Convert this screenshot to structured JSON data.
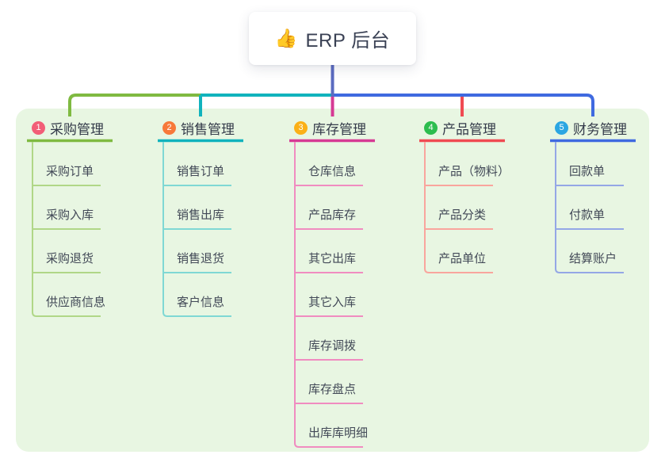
{
  "root": {
    "icon": "👍",
    "title": "ERP 后台"
  },
  "colors": {
    "canvas": "#ffffff",
    "panel": "#e8f6e2",
    "root_connector": "#5b6bc0",
    "header_text": "#343b4a",
    "child_text": "#424957"
  },
  "branches": [
    {
      "badge": "1",
      "label": "采购管理",
      "badge_color": "#f25e77",
      "line_color": "#7fba41",
      "child_line_color": "#b0d787",
      "children": [
        "采购订单",
        "采购入库",
        "采购退货",
        "供应商信息"
      ]
    },
    {
      "badge": "2",
      "label": "销售管理",
      "badge_color": "#f7793a",
      "line_color": "#11b3bd",
      "child_line_color": "#7fd8d4",
      "children": [
        "销售订单",
        "销售出库",
        "销售退货",
        "客户信息"
      ]
    },
    {
      "badge": "3",
      "label": "库存管理",
      "badge_color": "#fbb017",
      "line_color": "#d63a94",
      "child_line_color": "#f08cc0",
      "children": [
        "仓库信息",
        "产品库存",
        "其它出库",
        "其它入库",
        "库存调拨",
        "库存盘点",
        "出库库明细"
      ]
    },
    {
      "badge": "4",
      "label": "产品管理",
      "badge_color": "#2dbd4e",
      "line_color": "#f04b52",
      "child_line_color": "#f9a59d",
      "children": [
        "产品（物料）",
        "产品分类",
        "产品单位"
      ]
    },
    {
      "badge": "5",
      "label": "财务管理",
      "badge_color": "#2ba6e2",
      "line_color": "#3f6ae0",
      "child_line_color": "#94a7e6",
      "children": [
        "回款单",
        "付款单",
        "结算账户"
      ]
    }
  ]
}
